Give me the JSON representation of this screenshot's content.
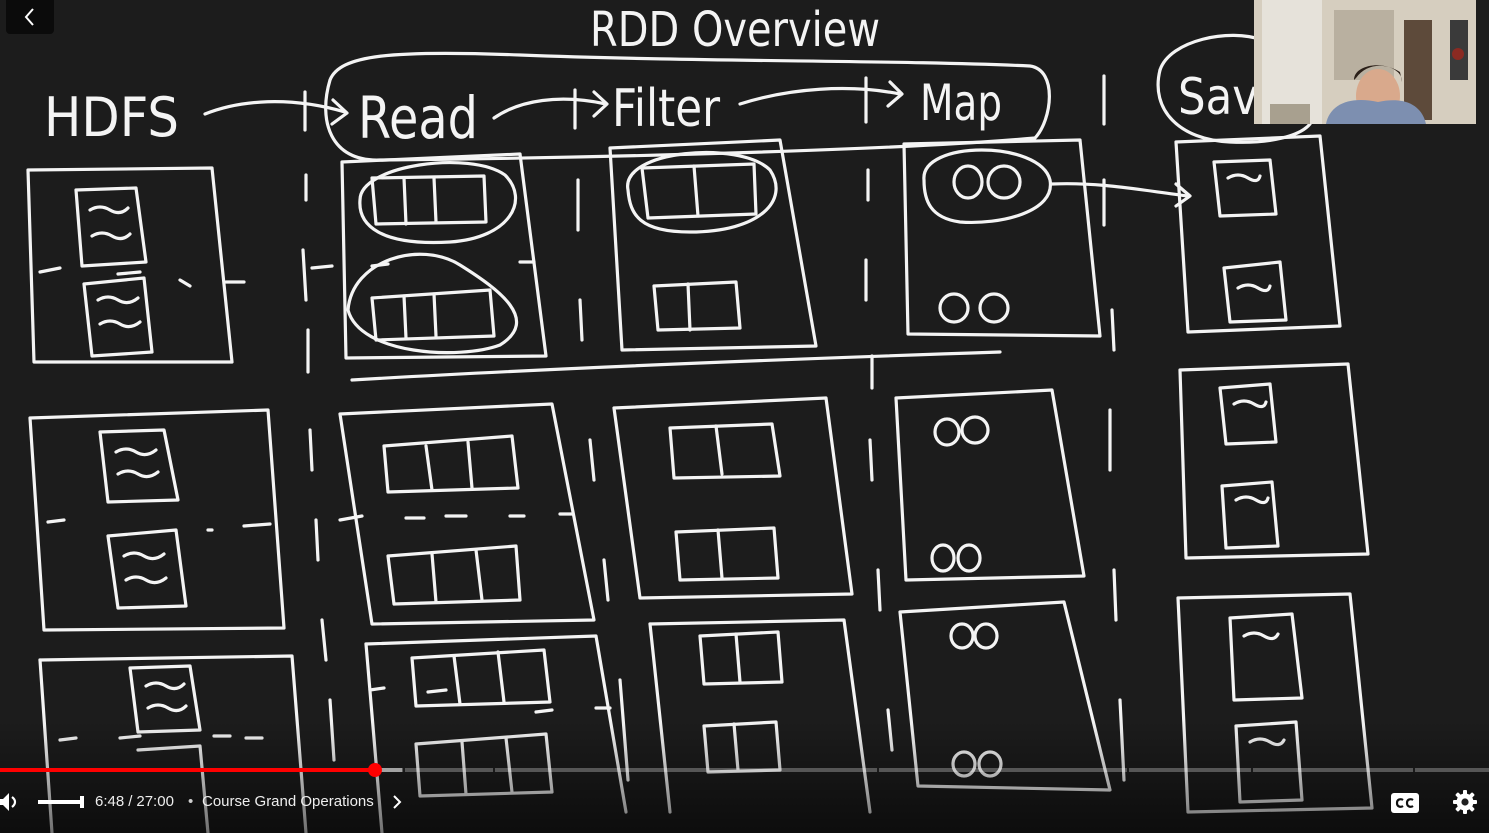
{
  "whiteboard": {
    "title": "RDD Overview",
    "source_label": "HDFS",
    "stage_labels": [
      "Read",
      "Filter",
      "Map",
      "Sav"
    ]
  },
  "player": {
    "current_time": "6:48",
    "duration": "27:00",
    "time_separator": "/",
    "chapter_separator": "•",
    "chapter_title": "Course Grand Operations",
    "progress_fraction": 0.252,
    "buffered_fraction": 0.27,
    "volume_fraction": 0.95
  },
  "colors": {
    "progress_played": "#ff0000",
    "ink": "#f4f4f4",
    "board_background": "#1c1c1c"
  },
  "icons": {
    "back": "chevron-left-icon",
    "volume": "volume-icon",
    "chapter_next": "chevron-right-icon",
    "captions": "closed-captions-icon",
    "settings": "gear-icon"
  }
}
